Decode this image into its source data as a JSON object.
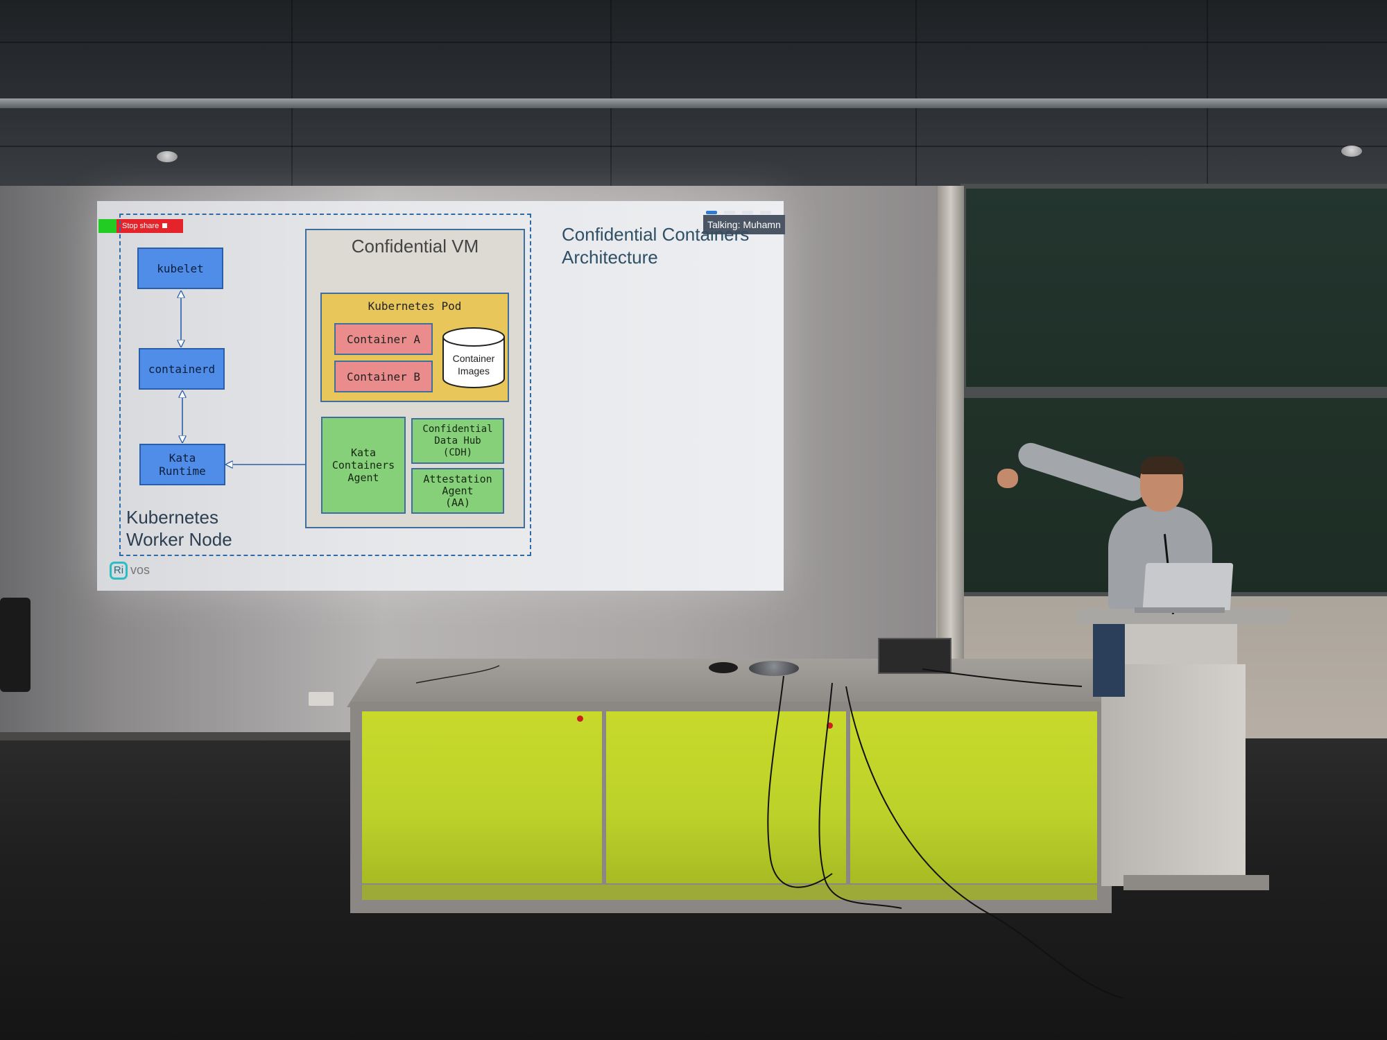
{
  "zoom_overlay": {
    "stop_share_label": "Stop share",
    "talking_label": "Talking: Muhamn"
  },
  "slide": {
    "title_line1": "Confidential Containers",
    "title_line2": "Architecture",
    "worker_node_line1": "Kubernetes",
    "worker_node_line2": "Worker Node",
    "confidential_vm": "Confidential VM",
    "kubernetes_pod": "Kubernetes Pod",
    "kubelet": "kubelet",
    "containerd": "containerd",
    "kata_runtime_line1": "Kata",
    "kata_runtime_line2": "Runtime",
    "container_a": "Container A",
    "container_b": "Container B",
    "container_images_line1": "Container",
    "container_images_line2": "Images",
    "kata_agent_line1": "Kata",
    "kata_agent_line2": "Containers",
    "kata_agent_line3": "Agent",
    "cdh_line1": "Confidential",
    "cdh_line2": "Data Hub",
    "cdh_line3": "(CDH)",
    "aa_line1": "Attestation",
    "aa_line2": "Agent",
    "aa_line3": "(AA)",
    "logo_mark": "Ri",
    "logo_text": "vos"
  },
  "colors": {
    "share_green": "#22cc22",
    "stop_red": "#e3242b",
    "component_blue": "#4f8de8",
    "pod_yellow": "#e8c65a",
    "container_red": "#ea8c8c",
    "agent_green": "#86d07a",
    "cabinet_lime": "#c8d92b"
  }
}
